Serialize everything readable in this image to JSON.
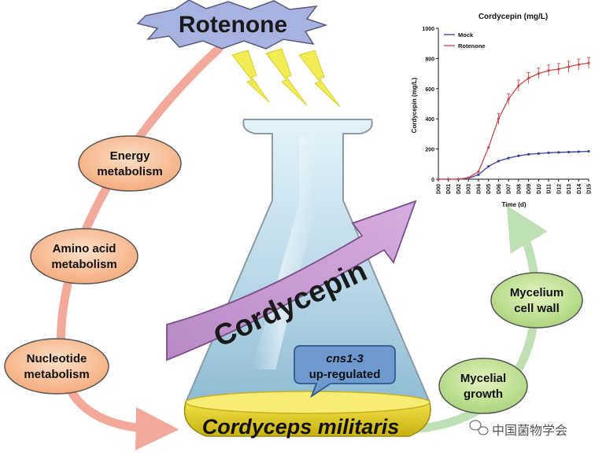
{
  "diagram": {
    "top_label": "Rotenone",
    "arrow_label": "Cordycepin",
    "callout": {
      "gene": "cns1-3",
      "text": "up-regulated"
    },
    "organism": "Cordyceps militaris",
    "left_nodes": [
      {
        "line1": "Energy",
        "line2": "metabolism"
      },
      {
        "line1": "Amino acid",
        "line2": "metabolism"
      },
      {
        "line1": "Nucleotide",
        "line2": "metabolism"
      }
    ],
    "right_nodes": [
      {
        "line1": "Mycelium",
        "line2": "cell wall"
      },
      {
        "line1": "Mycelial",
        "line2": "growth"
      }
    ],
    "watermark": "中国菌物学会"
  },
  "chart_data": {
    "type": "line",
    "title": "Cordycepin (mg/L)",
    "ylabel": "Cordycepin (mg/L)",
    "xlabel": "Time (d)",
    "ylim": [
      0,
      1000
    ],
    "yticks": [
      "0",
      "200",
      "400",
      "600",
      "800",
      "1000"
    ],
    "categories": [
      "D00",
      "D01",
      "D02",
      "D03",
      "D04",
      "D05",
      "D06",
      "D07",
      "D08",
      "D09",
      "D10",
      "D11",
      "D12",
      "D13",
      "D14",
      "D15"
    ],
    "legend_position": "top-left",
    "series": [
      {
        "name": "Mock",
        "color": "#3b3b9e",
        "values": [
          0,
          0,
          0,
          5,
          30,
          85,
          120,
          140,
          155,
          165,
          170,
          175,
          178,
          180,
          182,
          185
        ]
      },
      {
        "name": "Rotenone",
        "color": "#c8484a",
        "values": [
          0,
          0,
          0,
          10,
          50,
          210,
          400,
          530,
          620,
          670,
          700,
          720,
          730,
          745,
          760,
          770
        ]
      }
    ]
  }
}
